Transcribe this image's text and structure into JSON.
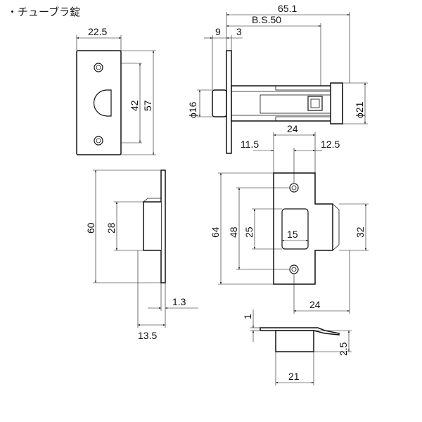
{
  "title": "・チューブラ錠",
  "dims": {
    "front_width": "22.5",
    "front_height": "57",
    "hole_pitch": "42",
    "overall_length": "65.1",
    "backset": "B.S.50",
    "d9": "9",
    "d3": "3",
    "dia16": "ϕ16",
    "dia21": "ϕ21",
    "plate_height": "60",
    "box_height": "28",
    "plate_thickness": "1.3",
    "side_depth": "13.5",
    "strike_top": "24",
    "strike_left": "11.5",
    "strike_right": "12.5",
    "strike_height": "64",
    "strike_pitch": "48",
    "strike_opening": "25",
    "opening_width": "15",
    "lip_height": "32",
    "lip_width": "24",
    "strike_thickness": "1",
    "box_depth": "2.5",
    "box_width": "21"
  }
}
